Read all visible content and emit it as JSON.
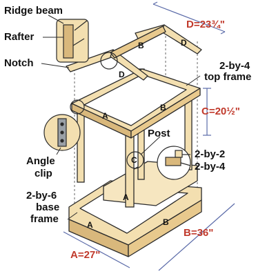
{
  "callouts": {
    "ridge_beam": "Ridge beam",
    "rafter": "Rafter",
    "notch": "Notch",
    "top_frame_line1": "2-by-4",
    "top_frame_line2": "top frame",
    "post": "Post",
    "two_by_two": "2-by-2",
    "two_by_four": "2-by-4",
    "angle_clip_line1": "Angle",
    "angle_clip_line2": "clip",
    "base_frame_line1": "2-by-6",
    "base_frame_line2": "base",
    "base_frame_line3": "frame"
  },
  "dimensions": {
    "d": "D=23¾\"",
    "c": "C=20½\"",
    "b": "B=36\"",
    "a": "A=27\""
  },
  "part_letters": {
    "a": "A",
    "b": "B",
    "c": "C",
    "d": "D"
  },
  "colors": {
    "wood": "#f3dfb0",
    "wood_shade": "#d9b87c",
    "outline": "#2a2a2a",
    "dimension": "#c0392b",
    "dimension_line": "#5a6aa8"
  }
}
